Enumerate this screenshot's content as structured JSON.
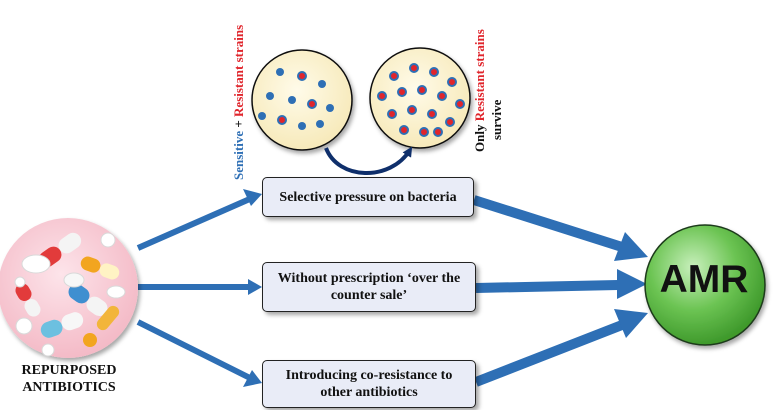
{
  "steps": {
    "selective_pressure": "Selective pressure on bacteria",
    "without_prescription": "Without prescription ‘over the counter sale’",
    "co_resistance": "Introducing co-resistance to other antibiotics"
  },
  "outcome": "AMR",
  "source_label": "REPURPOSED ANTIBIOTICS",
  "left_dish_label": {
    "sensitive": "Sensitive",
    "plus": " + ",
    "resistant": "Resistant strains"
  },
  "right_dish_label": {
    "only": "Only ",
    "resistant": "Resistant strains",
    "survive": "survive"
  },
  "colors": {
    "arrow": "#2e6fb5",
    "sensitive": "#2e6fb5",
    "resistant": "#e0252c",
    "box_fill": "#e9ecf7",
    "amr_fill": "#4faa3a",
    "dish_fill": "#fbf3d2",
    "pill_circle": "#f7c9d2"
  }
}
